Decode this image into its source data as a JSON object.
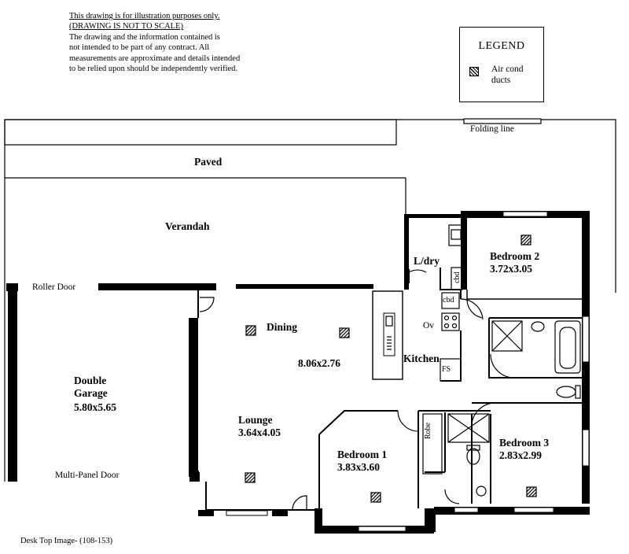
{
  "disclaimer": {
    "line1": "This drawing is for illustration purposes only.",
    "line2": "(DRAWING IS NOT TO SCALE)",
    "line3": "The drawing and the information contained is",
    "line4": "not intended to be part of any contract.  All",
    "line5": "measurements are approximate and details intended",
    "line6": "to be relied upon should be independently verified."
  },
  "legend": {
    "title": "LEGEND",
    "item_label": "Air cond ducts",
    "item_icon": "air-cond-duct-icon"
  },
  "outdoor": {
    "folding_line": "Folding line",
    "paved": "Paved",
    "verandah": "Verandah",
    "roller_door": "Roller Door",
    "multi_panel_door": "Multi-Panel Door"
  },
  "rooms": {
    "garage_name": "Double\nGarage",
    "garage_size": "5.80x5.65",
    "dining": "Dining",
    "dining_size": "8.06x2.76",
    "lounge": "Lounge",
    "lounge_size": "3.64x4.05",
    "kitchen": "Kitchen",
    "laundry": "L/dry",
    "bed1": "Bedroom 1",
    "bed1_size": "3.83x3.60",
    "bed2": "Bedroom 2",
    "bed2_size": "3.72x3.05",
    "bed3": "Bedroom 3",
    "bed3_size": "2.83x2.99",
    "robe": "Robe"
  },
  "fixtures": {
    "cbd": "cbd",
    "ov": "Ov",
    "fs": "FS"
  },
  "footer": "Desk Top Image- (108-153)"
}
